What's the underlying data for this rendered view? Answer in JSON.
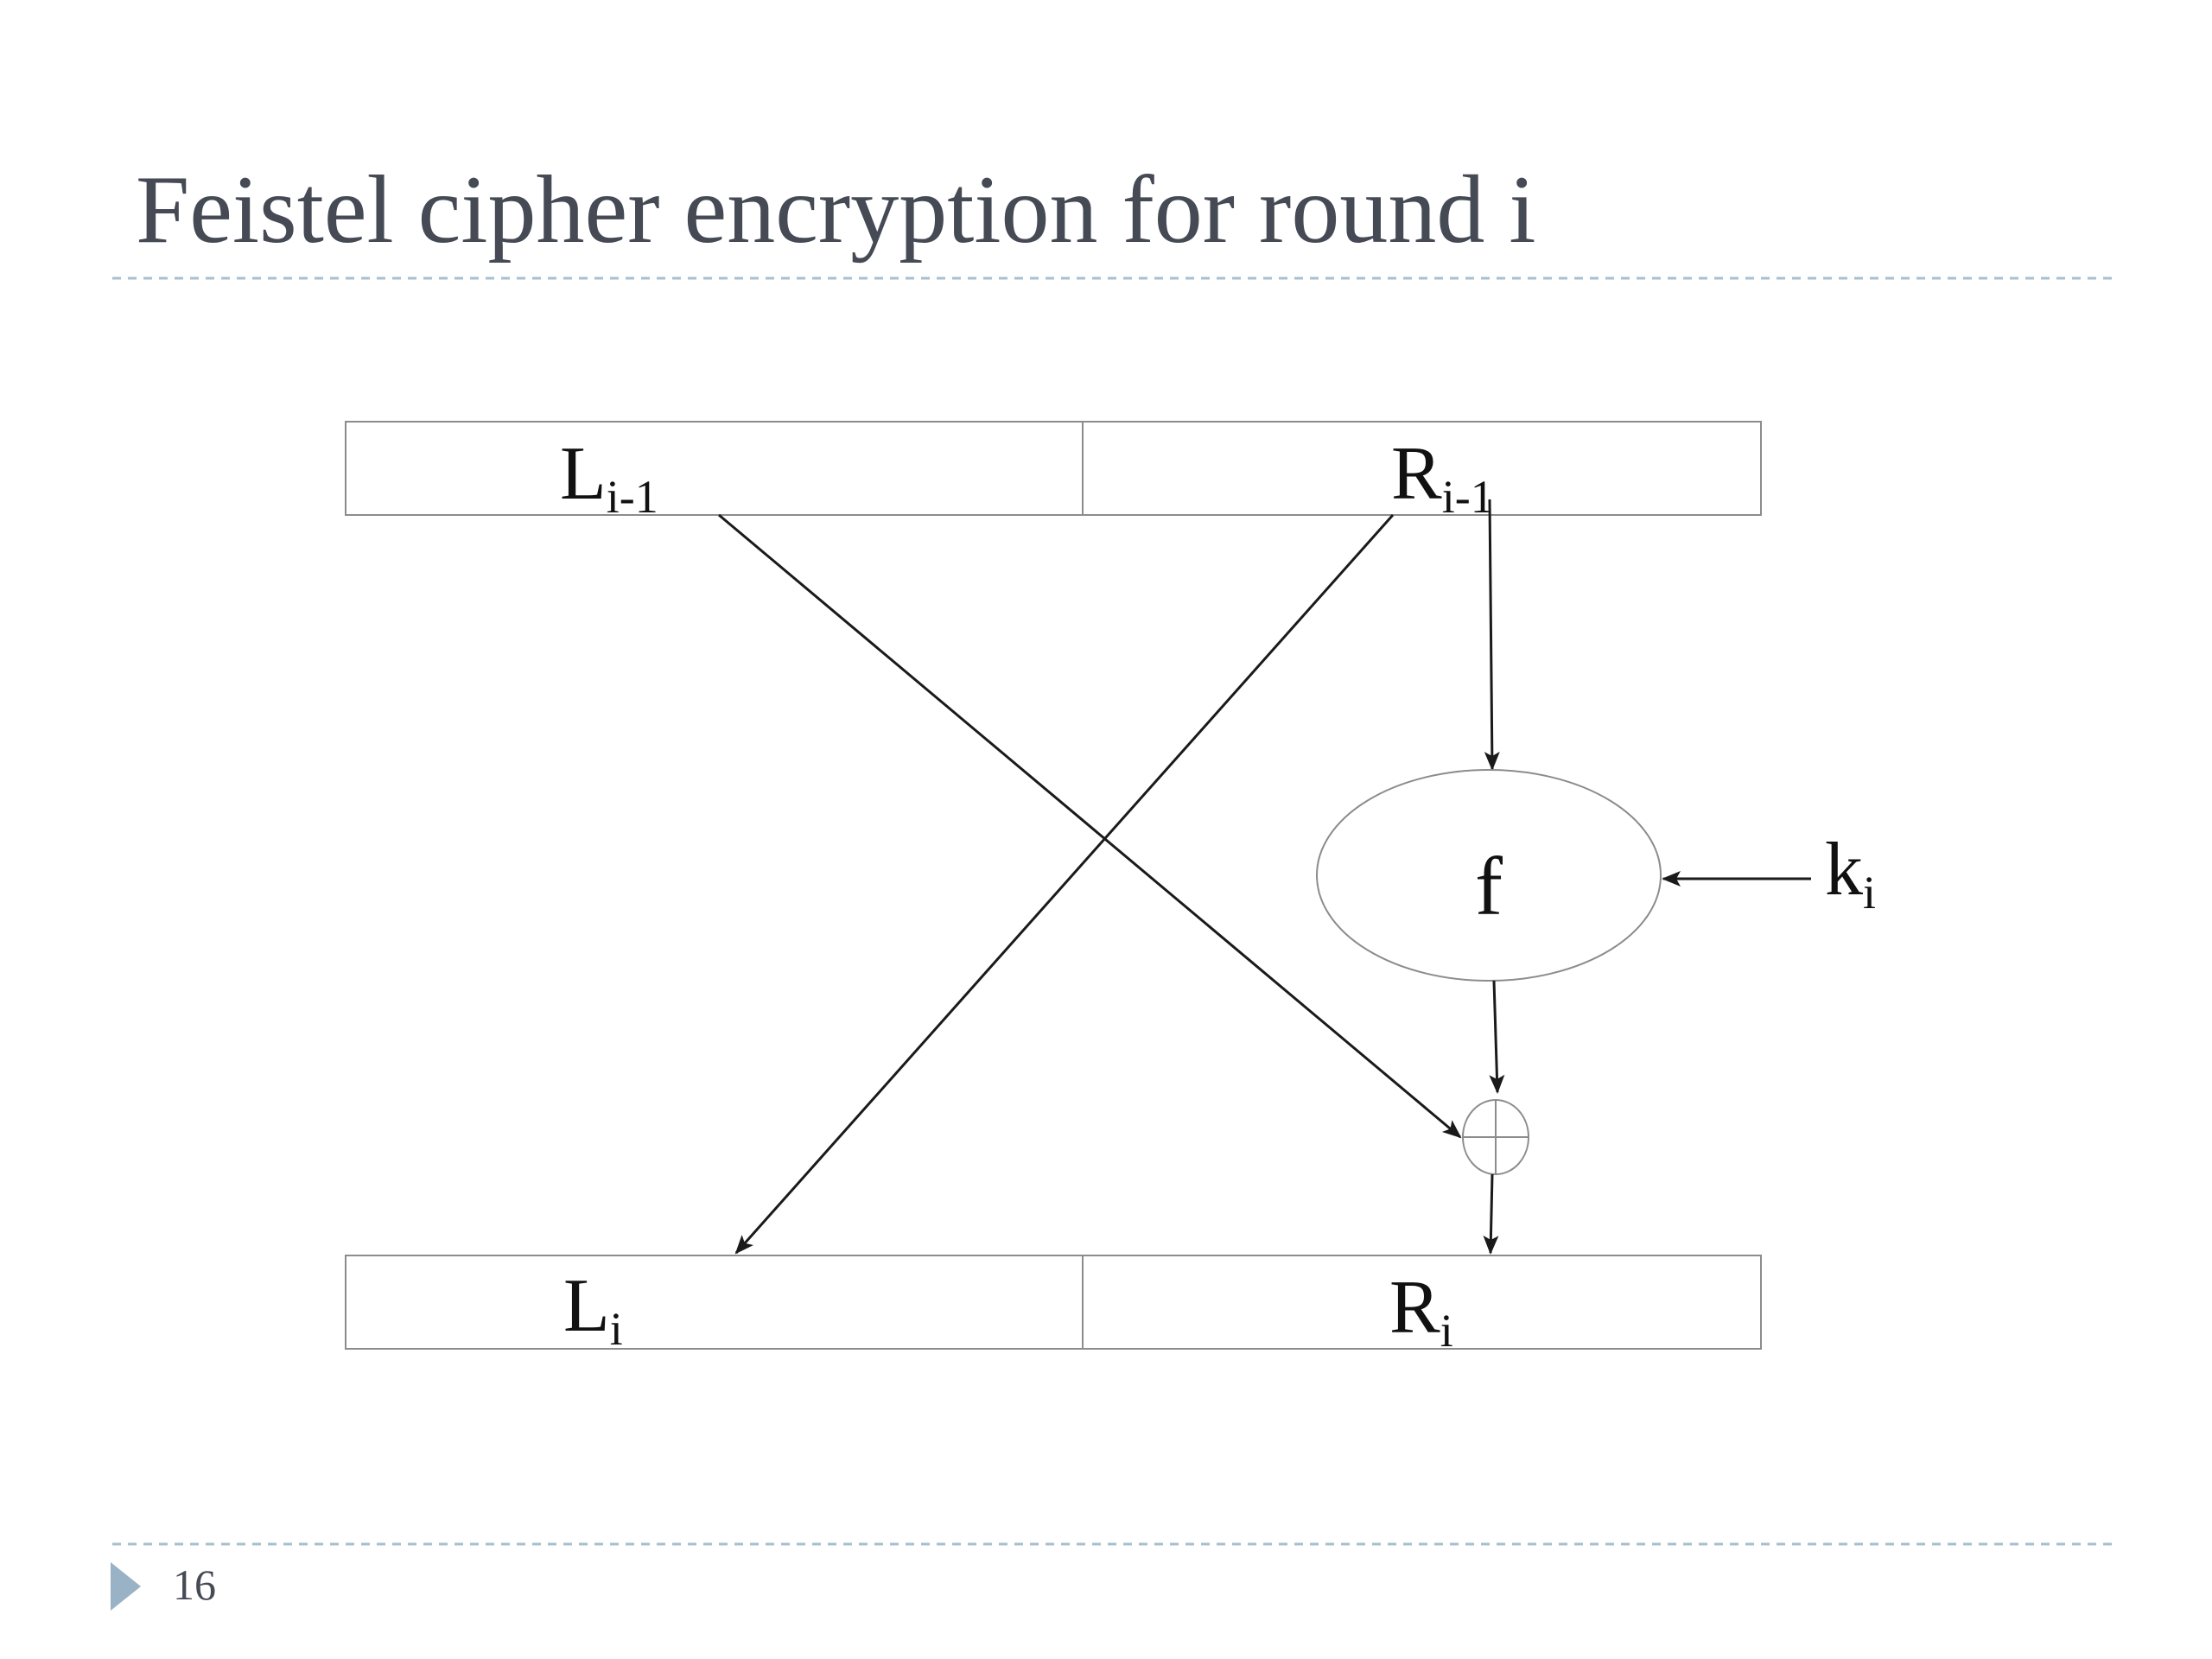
{
  "slide": {
    "title": "Feistel cipher encryption for round i",
    "page_number": "16"
  },
  "diagram": {
    "input_left": {
      "base": "L",
      "sub": "i-1"
    },
    "input_right": {
      "base": "R",
      "sub": "i-1"
    },
    "function_label": "f",
    "key": {
      "base": "k",
      "sub": "i"
    },
    "output_left": {
      "base": "L",
      "sub": "i"
    },
    "output_right": {
      "base": "R",
      "sub": "i"
    }
  },
  "colors": {
    "title": "#454a55",
    "divider": "#a8bfd0",
    "bullet": "#9ab2c6",
    "page_number": "#454a55",
    "line": "#1a1a1a",
    "box_stroke": "#8c8c8c"
  }
}
